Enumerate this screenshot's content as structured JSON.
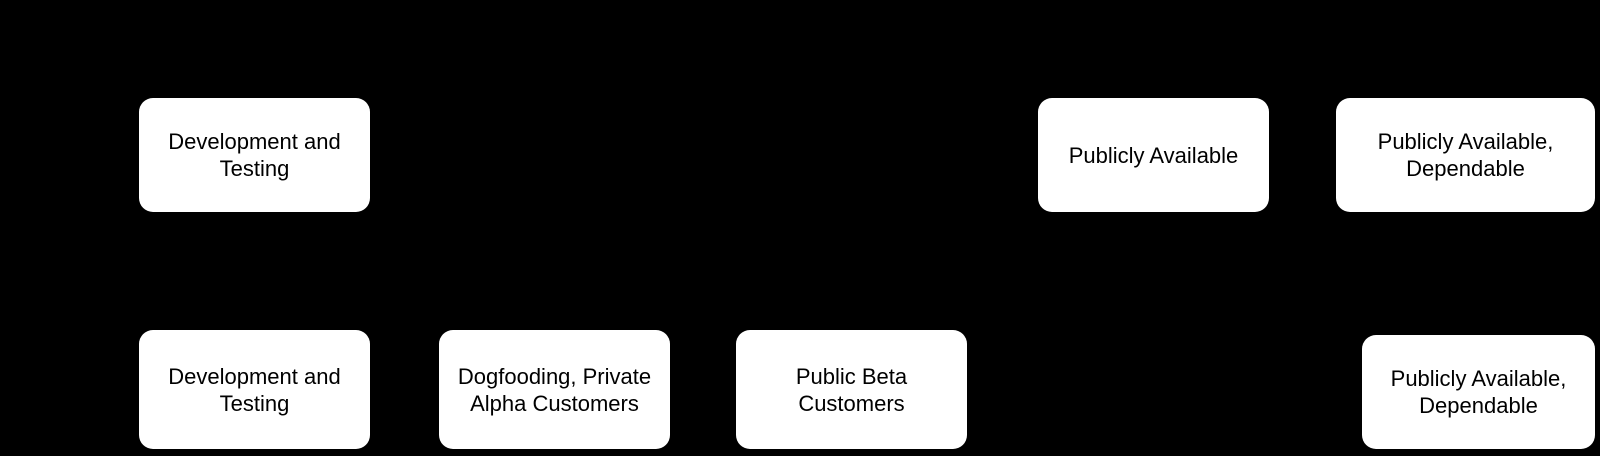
{
  "diagram": {
    "background_color": "#000000",
    "node_fill_color": "#ffffff",
    "node_text_color": "#000000",
    "rows": [
      {
        "name": "row-1",
        "nodes": [
          {
            "id": "r1-development-and-testing",
            "label": "Development and\nTesting",
            "column": 1
          },
          {
            "id": "r1-publicly-available",
            "label": "Publicly Available",
            "column": 4
          },
          {
            "id": "r1-publicly-available-dependable",
            "label": "Publicly Available,\nDependable",
            "column": 5
          }
        ]
      },
      {
        "name": "row-2",
        "nodes": [
          {
            "id": "r2-development-and-testing",
            "label": "Development and\nTesting",
            "column": 1
          },
          {
            "id": "r2-dogfooding-private-alpha-customers",
            "label": "Dogfooding, Private\nAlpha Customers",
            "column": 2
          },
          {
            "id": "r2-public-beta-customers",
            "label": "Public Beta\nCustomers",
            "column": 3
          },
          {
            "id": "r2-publicly-available-dependable",
            "label": "Publicly Available,\nDependable",
            "column": 5
          }
        ]
      }
    ]
  }
}
